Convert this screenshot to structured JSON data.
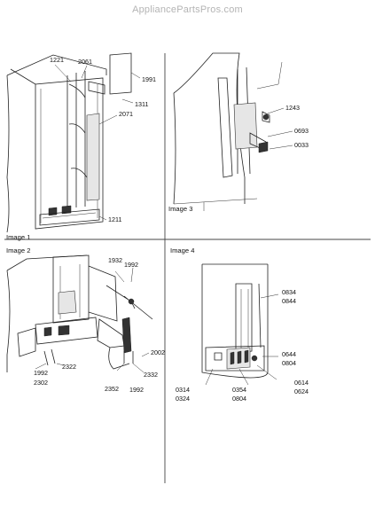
{
  "watermark": "AppliancePartsPros.com",
  "panels": [
    {
      "caption": "Image 1"
    },
    {
      "caption": "Image 2"
    },
    {
      "caption": "Image 3"
    },
    {
      "caption": "Image 4"
    }
  ],
  "callouts": {
    "img1": [
      "1221",
      "2061",
      "1991",
      "1311",
      "2071",
      "1211"
    ],
    "img2": [
      "1932",
      "1992",
      "2002",
      "2322",
      "1992",
      "2302",
      "2332",
      "2352",
      "1992"
    ],
    "img3": [
      "1243",
      "0693",
      "0033"
    ],
    "img4": [
      "0834",
      "0844",
      "0644",
      "0804",
      "0614",
      "0624",
      "0314",
      "0324",
      "0354",
      "0804"
    ]
  }
}
